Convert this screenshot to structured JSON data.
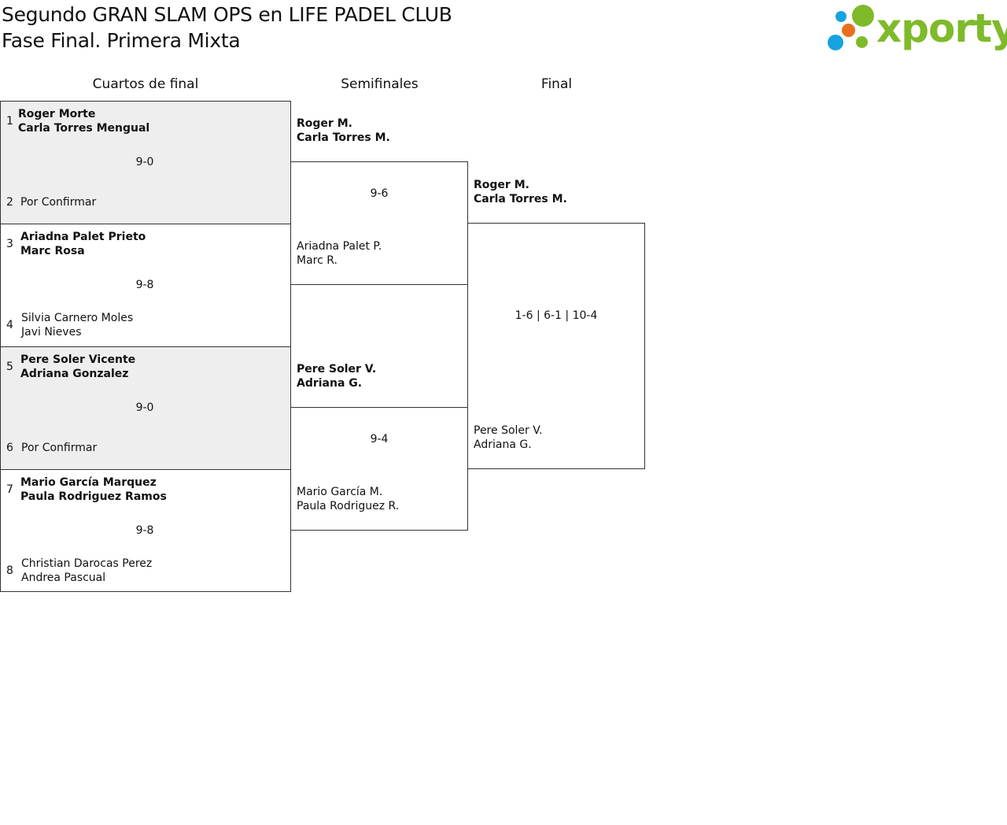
{
  "header": {
    "title_line1": "Segundo GRAN SLAM OPS en LIFE PADEL CLUB",
    "title_line2": "Fase Final. Primera Mixta",
    "logo_text": "xporty",
    "logo_colors": {
      "green": "#7fba2a",
      "blue": "#17a3e0",
      "orange": "#e8701c"
    }
  },
  "columns": {
    "quarterfinals": "Cuartos de final",
    "semifinals": "Semifinales",
    "final": "Final"
  },
  "quarterfinals": [
    {
      "top": {
        "seed": "1",
        "p1": "Roger Morte",
        "p2": "Carla Torres Mengual"
      },
      "bottom": {
        "seed": "2",
        "p1": "Por Confirmar",
        "p2": ""
      },
      "score": "9-0"
    },
    {
      "top": {
        "seed": "3",
        "p1": "Ariadna Palet Prieto",
        "p2": "Marc Rosa"
      },
      "bottom": {
        "seed": "4",
        "p1": "Silvia Carnero Moles",
        "p2": "Javi Nieves"
      },
      "score": "9-8"
    },
    {
      "top": {
        "seed": "5",
        "p1": "Pere Soler Vicente",
        "p2": "Adriana Gonzalez"
      },
      "bottom": {
        "seed": "6",
        "p1": "Por Confirmar",
        "p2": ""
      },
      "score": "9-0"
    },
    {
      "top": {
        "seed": "7",
        "p1": "Mario García Marquez",
        "p2": "Paula Rodriguez Ramos"
      },
      "bottom": {
        "seed": "8",
        "p1": "Christian Darocas Perez",
        "p2": "Andrea Pascual"
      },
      "score": "9-8"
    }
  ],
  "semifinals": [
    {
      "top": {
        "p1": "Roger M.",
        "p2": "Carla Torres M."
      },
      "bottom": {
        "p1": "Ariadna Palet P.",
        "p2": "Marc R."
      },
      "score": "9-6"
    },
    {
      "top": {
        "p1": "Pere Soler V.",
        "p2": "Adriana G."
      },
      "bottom": {
        "p1": "Mario García M.",
        "p2": "Paula Rodriguez R."
      },
      "score": "9-4"
    }
  ],
  "final": {
    "top": {
      "p1": "Roger M.",
      "p2": "Carla Torres M."
    },
    "bottom": {
      "p1": "Pere Soler V.",
      "p2": "Adriana G."
    },
    "score": "1-6 | 6-1 | 10-4"
  }
}
